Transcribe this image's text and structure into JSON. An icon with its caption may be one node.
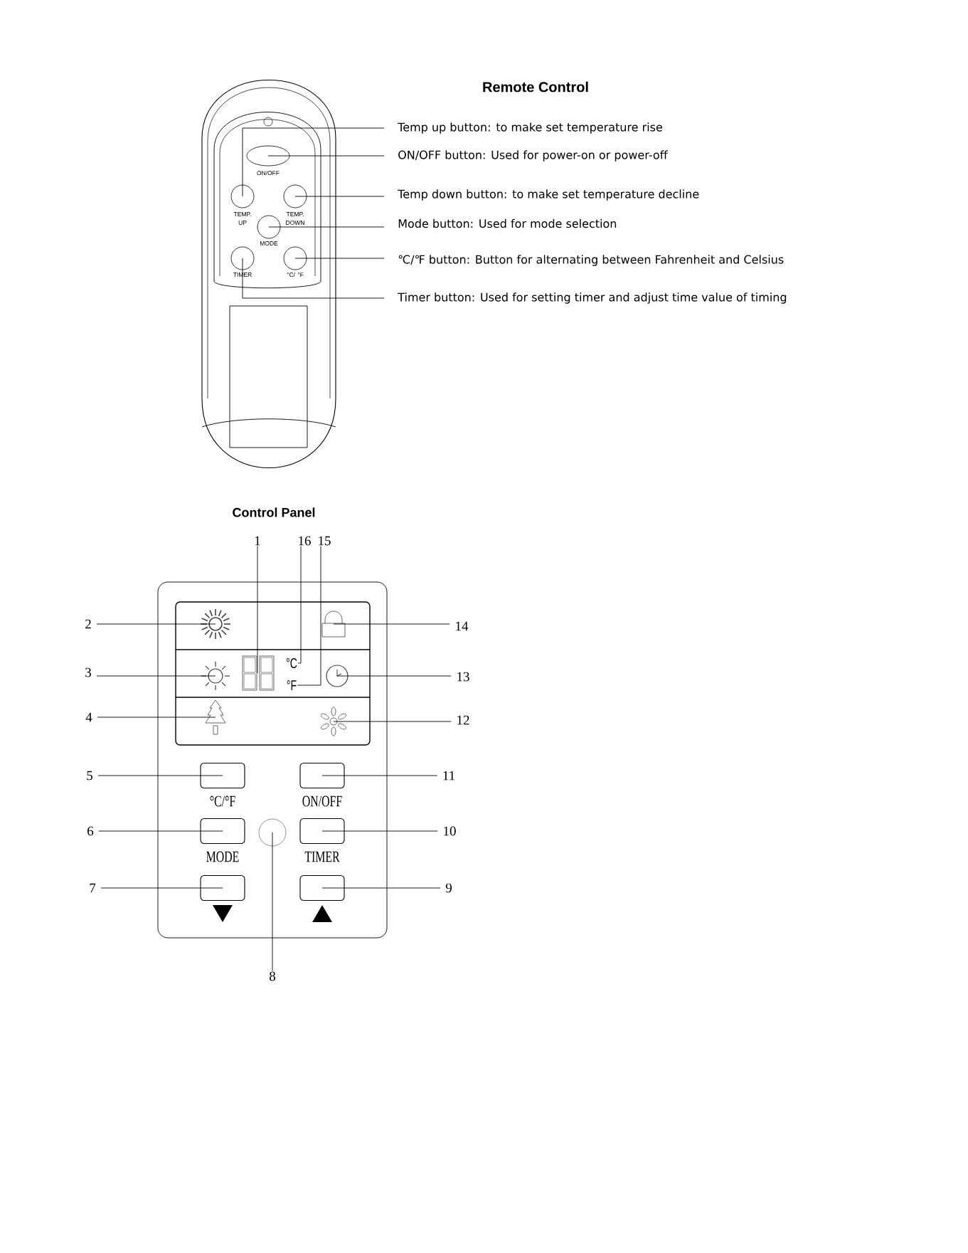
{
  "diagram": {
    "nodes": [
      {
        "text": [],
        "shape": "ellipse",
        "beside": [
          "ON/OFF"
        ]
      },
      {
        "text": [],
        "shape": "circle",
        "beside": [
          "TEMP. UP"
        ]
      },
      {
        "text": [],
        "shape": "circle",
        "beside": [
          "TEMP. DOWN"
        ]
      },
      {
        "text": [],
        "shape": "circle",
        "beside": [
          "MODE"
        ]
      },
      {
        "text": [],
        "shape": "circle",
        "beside": [
          "TIMER"
        ]
      },
      {
        "text": [],
        "shape": "circle",
        "beside": [
          "°C/ °F"
        ]
      },
      {
        "text": [
          "Temp up button: to make set temperature rise"
        ]
      },
      {
        "text": [
          "ON/OFF button: Used for power-on or power-off"
        ]
      },
      {
        "text": [
          "Temp down button: to make set temperature decline"
        ]
      },
      {
        "text": [
          "Mode button:  Used for mode selection"
        ]
      },
      {
        "text": [
          "℃/℉ button: Button for alternating between Fahrenheit and Celsius"
        ]
      },
      {
        "text": [
          "Timer button: Used for setting timer and adjust time value of timing"
        ]
      },
      {
        "text": [
          "1"
        ]
      },
      {
        "text": [
          "2"
        ]
      },
      {
        "text": [
          "3"
        ]
      },
      {
        "text": [
          "4"
        ]
      },
      {
        "text": [
          "5"
        ]
      },
      {
        "text": [
          "6"
        ]
      },
      {
        "text": [
          "7"
        ]
      },
      {
        "text": [
          "8"
        ]
      },
      {
        "text": [
          "9"
        ]
      },
      {
        "text": [
          "10"
        ]
      },
      {
        "text": [
          "11"
        ]
      },
      {
        "text": [
          "12"
        ]
      },
      {
        "text": [
          "13"
        ]
      },
      {
        "text": [
          "14"
        ]
      },
      {
        "text": [
          "15"
        ]
      },
      {
        "text": [
          "16"
        ]
      },
      {
        "text": [],
        "shape": "display"
      },
      {
        "text": [],
        "shape": "sun"
      },
      {
        "text": [],
        "shape": "sun"
      },
      {
        "text": [],
        "shape": "tree"
      },
      {
        "text": [],
        "shape": "box",
        "beside": [
          "°C/°F"
        ]
      },
      {
        "text": [],
        "shape": "box",
        "beside": [
          "MODE"
        ]
      },
      {
        "text": [],
        "shape": "box"
      },
      {
        "text": [],
        "shape": "circle"
      },
      {
        "text": [],
        "shape": "box"
      },
      {
        "text": [],
        "shape": "box",
        "beside": [
          "TIMER"
        ]
      },
      {
        "text": [],
        "shape": "box",
        "beside": [
          "ON/OFF"
        ]
      },
      {
        "text": [],
        "shape": "fan"
      },
      {
        "text": [],
        "shape": "clock"
      },
      {
        "text": [],
        "shape": "lock"
      },
      {
        "text": [
          "°F"
        ]
      },
      {
        "text": [
          "°C"
        ]
      }
    ],
    "edges": [
      {
        "from": 6,
        "to": 1,
        "arrow": "none"
      },
      {
        "from": 7,
        "to": 0,
        "arrow": "none"
      },
      {
        "from": 8,
        "to": 2,
        "arrow": "none"
      },
      {
        "from": 9,
        "to": 3,
        "arrow": "none"
      },
      {
        "from": 10,
        "to": 5,
        "arrow": "none"
      },
      {
        "from": 11,
        "to": 4,
        "arrow": "none"
      },
      {
        "from": 12,
        "to": 28,
        "arrow": "none"
      },
      {
        "from": 13,
        "to": 29,
        "arrow": "none"
      },
      {
        "from": 14,
        "to": 30,
        "arrow": "none"
      },
      {
        "from": 15,
        "to": 31,
        "arrow": "none"
      },
      {
        "from": 16,
        "to": 32,
        "arrow": "none"
      },
      {
        "from": 17,
        "to": 33,
        "arrow": "none"
      },
      {
        "from": 18,
        "to": 34,
        "arrow": "none"
      },
      {
        "from": 19,
        "to": 35,
        "arrow": "none"
      },
      {
        "from": 20,
        "to": 36,
        "arrow": "none"
      },
      {
        "from": 21,
        "to": 37,
        "arrow": "none"
      },
      {
        "from": 22,
        "to": 38,
        "arrow": "none"
      },
      {
        "from": 23,
        "to": 39,
        "arrow": "none"
      },
      {
        "from": 24,
        "to": 40,
        "arrow": "none"
      },
      {
        "from": 25,
        "to": 41,
        "arrow": "none"
      },
      {
        "from": 26,
        "to": 42,
        "arrow": "none"
      },
      {
        "from": 27,
        "to": 43,
        "arrow": "none"
      }
    ],
    "labels": [
      "Remote Control",
      "Control Panel"
    ]
  }
}
